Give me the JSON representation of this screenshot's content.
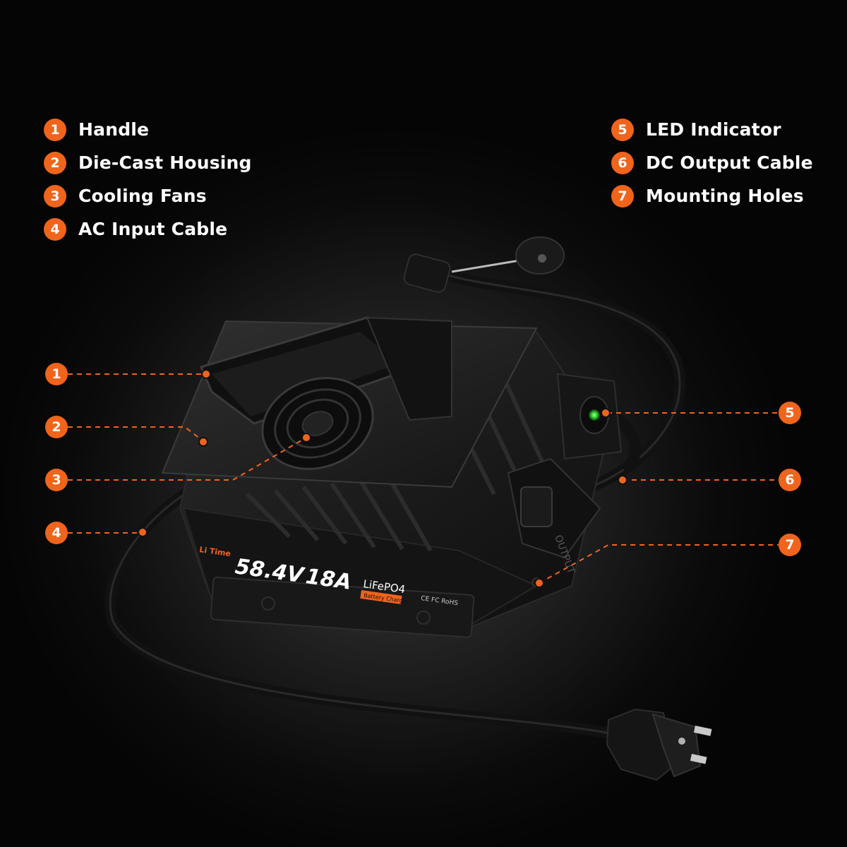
{
  "legend_left": [
    {
      "num": "1",
      "label": "Handle"
    },
    {
      "num": "2",
      "label": "Die-Cast Housing"
    },
    {
      "num": "3",
      "label": "Cooling Fans"
    },
    {
      "num": "4",
      "label": "AC Input Cable"
    }
  ],
  "legend_right": [
    {
      "num": "5",
      "label": "LED Indicator"
    },
    {
      "num": "6",
      "label": "DC Output Cable"
    },
    {
      "num": "7",
      "label": "Mounting Holes"
    }
  ],
  "callouts": [
    "1",
    "2",
    "3",
    "4",
    "5",
    "6",
    "7"
  ],
  "product": {
    "brand": "Li Time",
    "voltage": "58.4V",
    "current": "18A",
    "chemistry": "LiFePO4",
    "tagline": "Battery Charger",
    "certs": "CE FC RoHS",
    "port_label": "OUTPUT"
  },
  "colors": {
    "accent": "#f0641c",
    "background": "#0b0b0b",
    "led": "#3ce03c"
  }
}
